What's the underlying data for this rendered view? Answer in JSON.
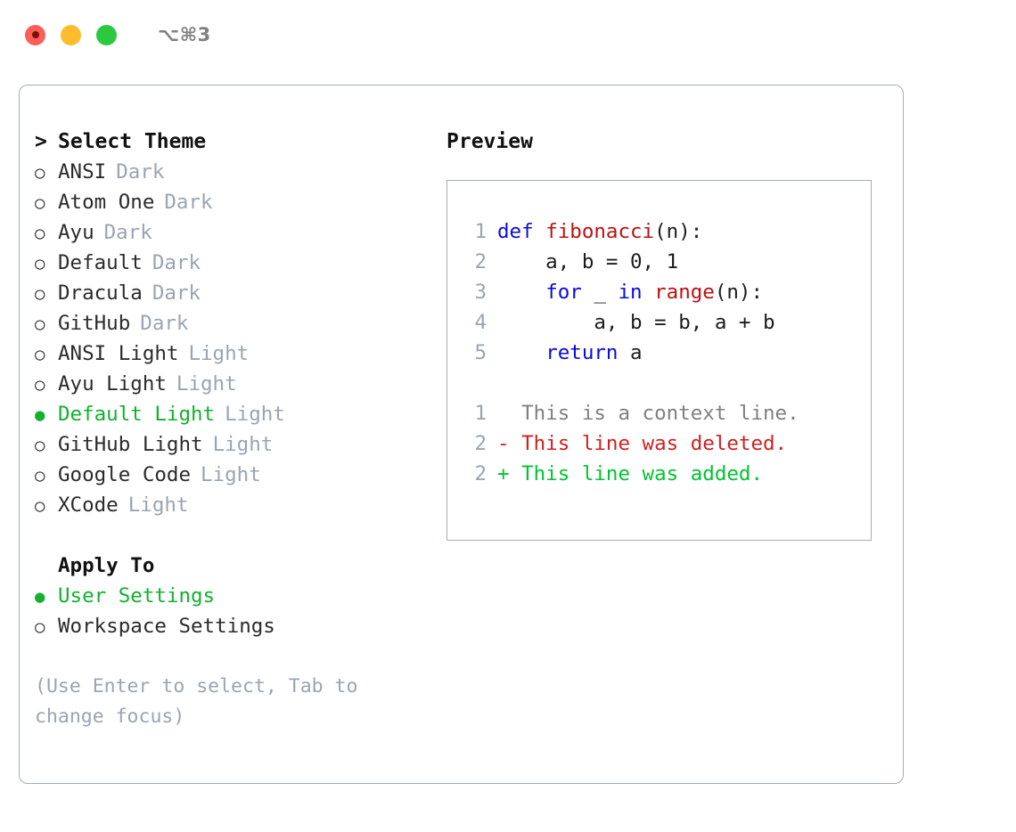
{
  "titlebar": {
    "shortcut": "⌥⌘3",
    "buttons": [
      {
        "name": "close",
        "color": "#fb5f57"
      },
      {
        "name": "minimize",
        "color": "#fdbc2e"
      },
      {
        "name": "maximize",
        "color": "#2bc93f"
      }
    ]
  },
  "theme_picker": {
    "caret": ">",
    "heading": "Select Theme",
    "bullet_on": "●",
    "bullet_off": "○",
    "items": [
      {
        "label": "ANSI",
        "tag": "Dark",
        "selected": false
      },
      {
        "label": "Atom One",
        "tag": "Dark",
        "selected": false
      },
      {
        "label": "Ayu",
        "tag": "Dark",
        "selected": false
      },
      {
        "label": "Default",
        "tag": "Dark",
        "selected": false
      },
      {
        "label": "Dracula",
        "tag": "Dark",
        "selected": false
      },
      {
        "label": "GitHub",
        "tag": "Dark",
        "selected": false
      },
      {
        "label": "ANSI Light",
        "tag": "Light",
        "selected": false
      },
      {
        "label": "Ayu Light",
        "tag": "Light",
        "selected": false
      },
      {
        "label": "Default Light",
        "tag": "Light",
        "selected": true
      },
      {
        "label": "GitHub Light",
        "tag": "Light",
        "selected": false
      },
      {
        "label": "Google Code",
        "tag": "Light",
        "selected": false
      },
      {
        "label": "XCode",
        "tag": "Light",
        "selected": false
      }
    ]
  },
  "apply_to": {
    "heading": "Apply To",
    "items": [
      {
        "label": "User Settings",
        "selected": true
      },
      {
        "label": "Workspace Settings",
        "selected": false
      }
    ]
  },
  "hint": "(Use Enter to select, Tab to change focus)",
  "preview": {
    "title": "Preview",
    "code_lines": [
      {
        "no": "1",
        "tokens": [
          {
            "t": "def ",
            "c": "kw"
          },
          {
            "t": "fibonacci",
            "c": "fn"
          },
          {
            "t": "(n):",
            "c": "pl"
          }
        ]
      },
      {
        "no": "2",
        "tokens": [
          {
            "t": "    a, b = 0, 1",
            "c": "pl"
          }
        ]
      },
      {
        "no": "3",
        "tokens": [
          {
            "t": "    ",
            "c": "pl"
          },
          {
            "t": "for",
            "c": "kw"
          },
          {
            "t": " _ ",
            "c": "pl"
          },
          {
            "t": "in",
            "c": "kw"
          },
          {
            "t": " ",
            "c": "pl"
          },
          {
            "t": "range",
            "c": "fn"
          },
          {
            "t": "(n):",
            "c": "pl"
          }
        ]
      },
      {
        "no": "4",
        "tokens": [
          {
            "t": "        a, b = b, a + b",
            "c": "pl"
          }
        ]
      },
      {
        "no": "5",
        "tokens": [
          {
            "t": "    ",
            "c": "pl"
          },
          {
            "t": "return",
            "c": "kw"
          },
          {
            "t": " a",
            "c": "pl"
          }
        ]
      }
    ],
    "diff_lines": [
      {
        "no": "1",
        "marker": " ",
        "text": " This is a context line.",
        "kind": "ctx"
      },
      {
        "no": "2",
        "marker": "-",
        "text": " This line was deleted.",
        "kind": "del"
      },
      {
        "no": "2",
        "marker": "+",
        "text": " This line was added.",
        "kind": "add"
      }
    ]
  },
  "colors": {
    "accent_green": "#12b12f",
    "keyword_blue": "#0a0adc",
    "function_red": "#bb1111",
    "diff_delete": "#cc2222",
    "diff_add": "#00c431",
    "muted": "#9aa5b1",
    "border": "#a3adbb"
  }
}
